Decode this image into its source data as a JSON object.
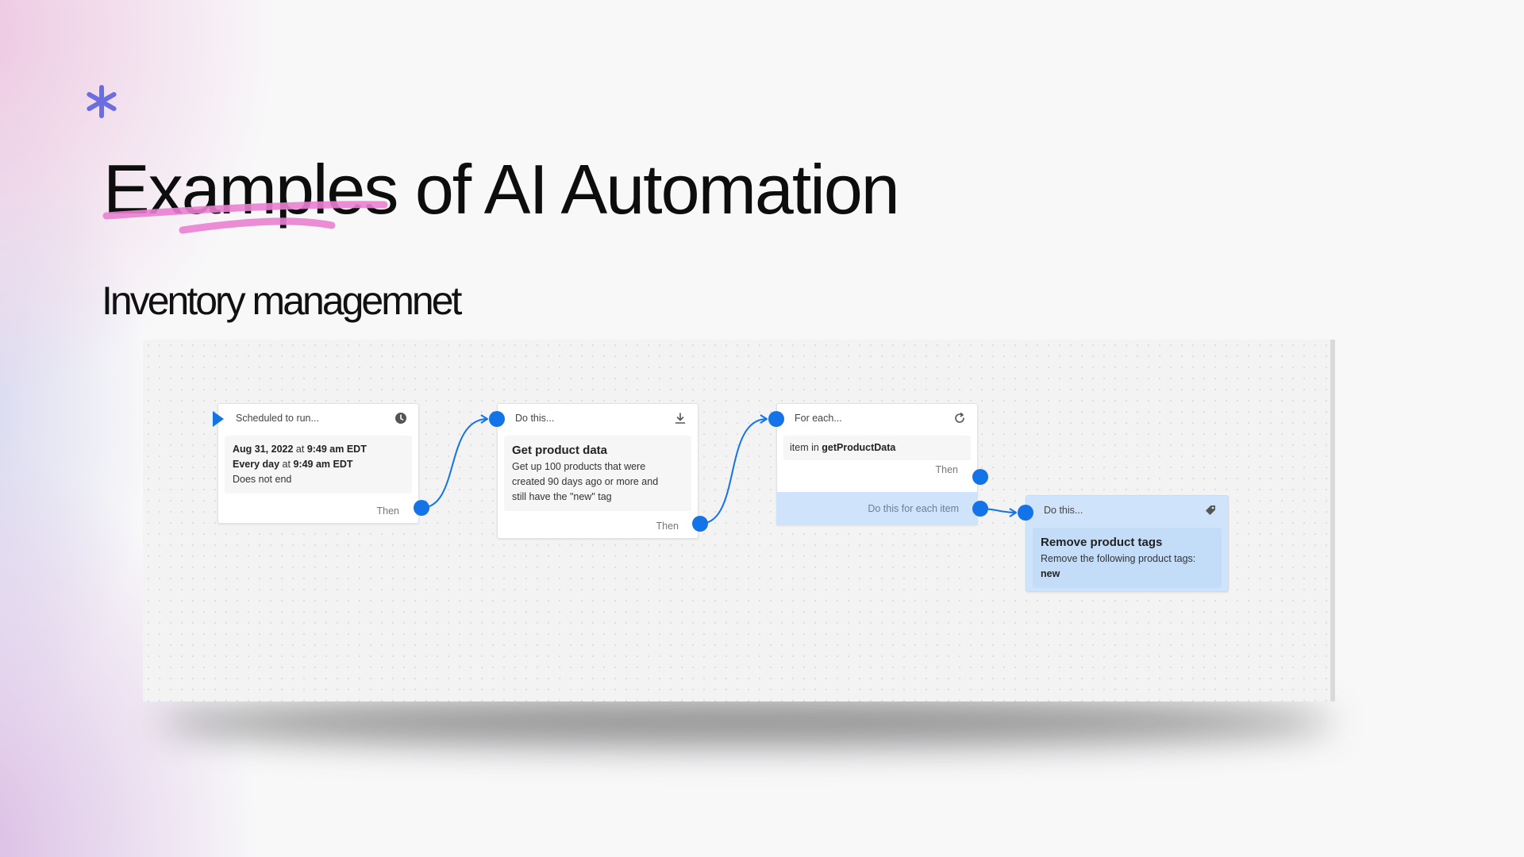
{
  "slide": {
    "title": "Examples of AI Automation",
    "subtitle": "Inventory managemnet",
    "accent_color": "#6a6ee0",
    "underline_color": "#ea7fd2"
  },
  "workflow": {
    "flow_color": "#1473e6",
    "trigger": {
      "header": "Scheduled to run...",
      "icon": "clock-icon",
      "date_bold": "Aug 31, 2022",
      "date_mid": " at ",
      "time_bold": "9:49 am EDT",
      "repeat_bold": "Every day",
      "repeat_mid": " at ",
      "repeat_time_bold": "9:49 am EDT",
      "end_text": "Does not end",
      "footer": "Then"
    },
    "action_get": {
      "header": "Do this...",
      "icon": "download-icon",
      "title": "Get product data",
      "description_lines": [
        "Get up 100 products that were",
        "created 90 days ago or more and",
        "still have the \"new\" tag"
      ],
      "footer": "Then"
    },
    "loop": {
      "header": "For each...",
      "icon": "refresh-icon",
      "item_prefix": "item in ",
      "item_source": "getProductData",
      "footer": "Then",
      "each_label": "Do this for each item"
    },
    "action_remove": {
      "header": "Do this...",
      "icon": "tag-icon",
      "title": "Remove product tags",
      "description": "Remove the following product tags:",
      "tag": "new"
    }
  }
}
